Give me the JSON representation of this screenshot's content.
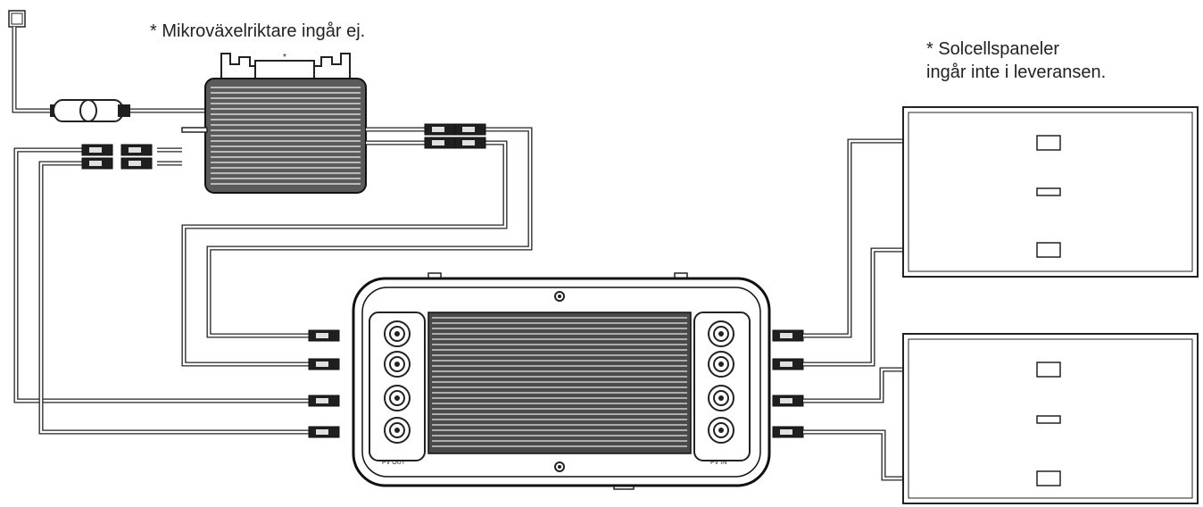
{
  "notes": {
    "microinverter": "* Mikroväxelriktare ingår ej.",
    "solar_panels_line1": "* Solcellspaneler",
    "solar_panels_line2": "ingår inte i leveransen."
  },
  "device": {
    "left_port_label": "PV OUT",
    "right_port_label": "PV IN"
  }
}
